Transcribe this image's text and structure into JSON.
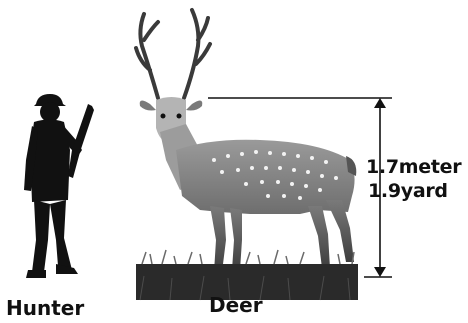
{
  "labels": {
    "hunter": "Hunter",
    "deer": "Deer",
    "height_meter": "1.7meter",
    "height_yard": "1.9yard"
  },
  "colors": {
    "silhouette": "#111111",
    "deer_body": "#8a8a8a",
    "deer_dark": "#4a4a4a",
    "spots": "#f2f2f2",
    "grass": "#2a2a2a"
  },
  "icons": {
    "hunter": "hunter-silhouette-icon",
    "deer": "deer-illustration",
    "measure": "height-arrow"
  }
}
